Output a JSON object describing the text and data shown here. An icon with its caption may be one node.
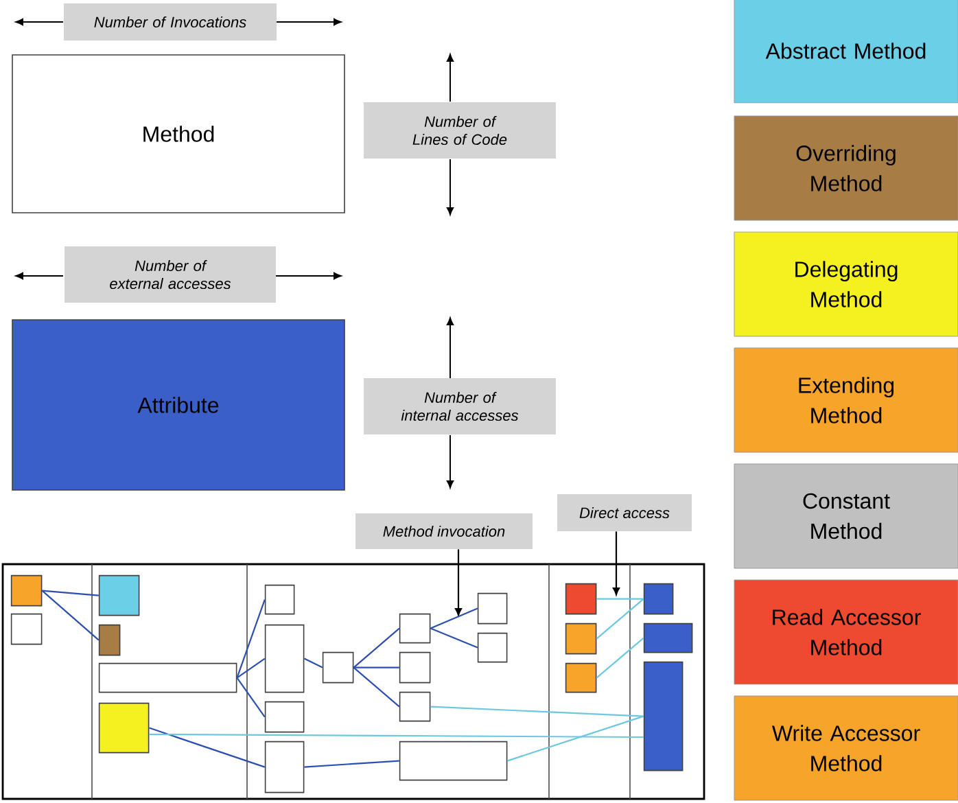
{
  "diagram": {
    "nodes": [
      {
        "text": [
          "Method"
        ]
      },
      {
        "text": [
          "Attribute"
        ]
      },
      {
        "text": [
          "Method invocation"
        ]
      },
      {
        "text": [
          "Direct access"
        ]
      },
      {
        "text": [],
        "shape": "box"
      },
      {
        "text": [],
        "shape": "box",
        "in": 4
      },
      {
        "text": [],
        "shape": "box",
        "in": 4
      },
      {
        "text": [],
        "shape": "box",
        "in": 4
      },
      {
        "text": [],
        "shape": "box",
        "in": 4
      },
      {
        "text": [],
        "shape": "box",
        "in": 4
      },
      {
        "text": [],
        "shape": "box",
        "in": 4
      },
      {
        "text": [],
        "shape": "box",
        "in": 4
      },
      {
        "text": [],
        "shape": "box",
        "in": 4
      },
      {
        "text": [],
        "shape": "box",
        "in": 4
      },
      {
        "text": [],
        "shape": "box",
        "in": 4
      },
      {
        "text": [],
        "shape": "box",
        "in": 4
      },
      {
        "text": [],
        "shape": "box",
        "in": 4
      },
      {
        "text": [],
        "shape": "box",
        "in": 4
      },
      {
        "text": [],
        "shape": "box",
        "in": 4
      },
      {
        "text": [],
        "shape": "box",
        "in": 4
      },
      {
        "text": [],
        "shape": "box",
        "in": 4
      },
      {
        "text": [],
        "shape": "box",
        "in": 4
      },
      {
        "text": [],
        "shape": "box",
        "in": 4
      },
      {
        "text": [],
        "shape": "box",
        "in": 4
      },
      {
        "text": [],
        "shape": "box",
        "in": 4
      },
      {
        "text": [],
        "shape": "box",
        "in": 4
      },
      {
        "text": [],
        "shape": "box",
        "in": 4
      },
      {
        "text": [],
        "shape": "box",
        "in": 4
      }
    ],
    "edges": [
      {
        "from": 2,
        "to": null,
        "arrow": "to",
        "color": "#000000"
      },
      {
        "from": 3,
        "to": null,
        "arrow": "to",
        "color": "#000000"
      },
      {
        "from": 5,
        "to": 7,
        "arrow": "none"
      },
      {
        "from": 5,
        "to": 8,
        "arrow": "none"
      },
      {
        "from": 9,
        "to": 11,
        "arrow": "none"
      },
      {
        "from": 9,
        "to": 12,
        "arrow": "none"
      },
      {
        "from": 9,
        "to": 13,
        "arrow": "none"
      },
      {
        "from": 10,
        "to": 14,
        "arrow": "none"
      },
      {
        "from": 10,
        "to": 27,
        "arrow": "none",
        "color": "#6cc8e0"
      },
      {
        "from": 12,
        "to": 15,
        "arrow": "none"
      },
      {
        "from": 15,
        "to": 16,
        "arrow": "none"
      },
      {
        "from": 15,
        "to": 17,
        "arrow": "none"
      },
      {
        "from": 15,
        "to": 18,
        "arrow": "none"
      },
      {
        "from": 16,
        "to": 20,
        "arrow": "none"
      },
      {
        "from": 16,
        "to": 21,
        "arrow": "none"
      },
      {
        "from": 14,
        "to": 19,
        "arrow": "none"
      },
      {
        "from": 19,
        "to": 27,
        "arrow": "none",
        "color": "#6cc8e0"
      },
      {
        "from": 18,
        "to": 27,
        "arrow": "none",
        "color": "#6cc8e0"
      },
      {
        "from": 22,
        "to": 25,
        "arrow": "none",
        "color": "#6cc8e0"
      },
      {
        "from": 23,
        "to": 25,
        "arrow": "none",
        "color": "#6cc8e0"
      },
      {
        "from": 24,
        "to": 26,
        "arrow": "none",
        "color": "#6cc8e0"
      }
    ],
    "labels": [
      "Number of Invocations",
      "Number of Lines of Code",
      "Number of external accesses",
      "Number of internal accesses"
    ],
    "legend": [
      {
        "text": "Abstract Method",
        "color": "#6ccfe8"
      },
      {
        "text": "Overriding Method",
        "color": "#a87d45"
      },
      {
        "text": "Delegating Method",
        "color": "#f5f020"
      },
      {
        "text": "Extending Method",
        "color": "#f7a42a"
      },
      {
        "text": "Constant Method",
        "color": "#c0c0c0"
      },
      {
        "text": "Read Accessor Method",
        "color": "#ee4a30"
      },
      {
        "text": "Write Accessor Method",
        "color": "#f7a42a"
      }
    ]
  }
}
